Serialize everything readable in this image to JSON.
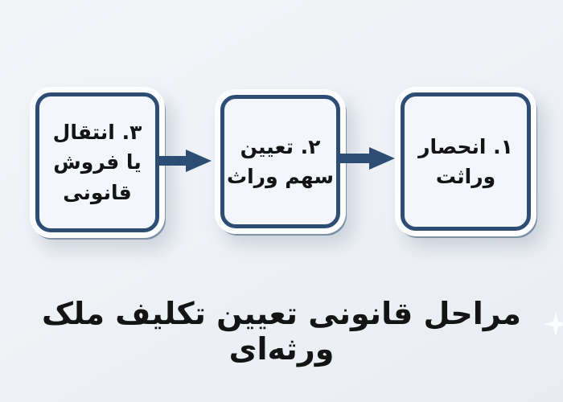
{
  "title": {
    "text": "مراحل قانونی تعیین تکلیف ملک ورثه‌ای"
  },
  "steps": [
    {
      "text": "۱. انحصار\nوراثت"
    },
    {
      "text": "۲. تعیین\nسهم وراث"
    },
    {
      "text": "۳. انتقال\nیا فروش\nقانونی"
    }
  ],
  "arrows": [
    {
      "name": "arrow-step3-to-step2",
      "direction": "right"
    },
    {
      "name": "arrow-step2-to-step1",
      "direction": "right"
    }
  ],
  "colors": {
    "background": "#edf1f5",
    "accent_blue": "#2d4d74",
    "box_fill": "#f3f6fa",
    "box_outer": "#fcfdfe",
    "text": "#141414",
    "sparkle": "#fafcfe"
  }
}
